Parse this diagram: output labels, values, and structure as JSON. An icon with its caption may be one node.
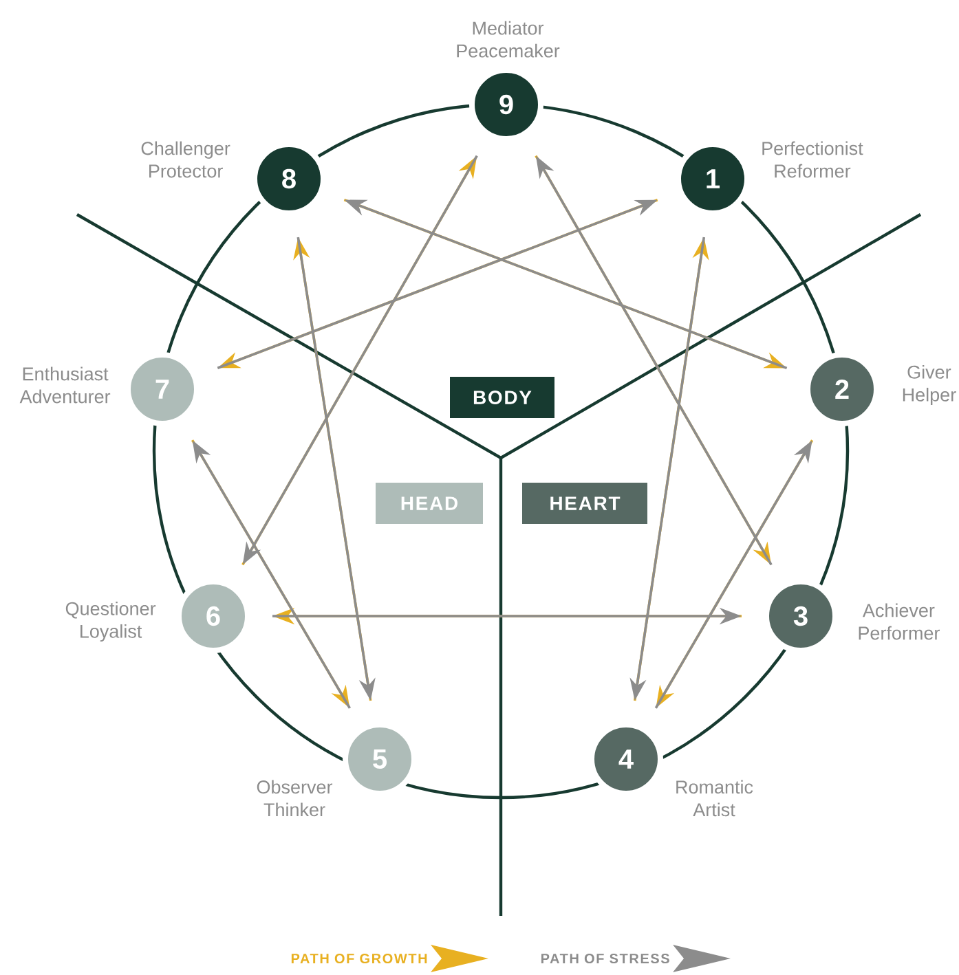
{
  "diagram": {
    "nodes": [
      {
        "text": [
          "9"
        ],
        "beside": [
          "Mediator Peacemaker"
        ]
      },
      {
        "text": [
          "8"
        ],
        "beside": [
          "Challenger Protector"
        ]
      },
      {
        "text": [
          "1"
        ],
        "beside": [
          "Perfectionist Reformer"
        ]
      },
      {
        "text": [
          "7"
        ],
        "beside": [
          "Enthusiast Adventurer"
        ]
      },
      {
        "text": [
          "2"
        ],
        "beside": [
          "Giver Helper"
        ]
      },
      {
        "text": [
          "BODY"
        ]
      },
      {
        "text": [
          "HEAD"
        ]
      },
      {
        "text": [
          "HEART"
        ]
      },
      {
        "text": [
          "6"
        ],
        "beside": [
          "Questioner Loyalist"
        ]
      },
      {
        "text": [
          "3"
        ],
        "beside": [
          "Achiever Performer"
        ]
      },
      {
        "text": [
          "5"
        ],
        "beside": [
          "Observer Thinker"
        ]
      },
      {
        "text": [
          "4"
        ],
        "beside": [
          "Romantic Artist"
        ]
      }
    ],
    "edges": [
      {
        "from": 2,
        "to": 3,
        "arrow": "to",
        "color": "#e8b021"
      },
      {
        "from": 3,
        "to": 10,
        "arrow": "to",
        "color": "#e8b021"
      },
      {
        "from": 10,
        "to": 1,
        "arrow": "to",
        "color": "#e8b021"
      },
      {
        "from": 1,
        "to": 4,
        "arrow": "to",
        "color": "#e8b021"
      },
      {
        "from": 4,
        "to": 11,
        "arrow": "to",
        "color": "#e8b021"
      },
      {
        "from": 11,
        "to": 2,
        "arrow": "to",
        "color": "#e8b021"
      },
      {
        "from": 0,
        "to": 9,
        "arrow": "to",
        "color": "#e8b021"
      },
      {
        "from": 9,
        "to": 8,
        "arrow": "to",
        "color": "#e8b021"
      },
      {
        "from": 8,
        "to": 0,
        "arrow": "to",
        "color": "#e8b021"
      },
      {
        "from": 2,
        "to": 11,
        "arrow": "to",
        "color": "#8c8c8c"
      },
      {
        "from": 11,
        "to": 4,
        "arrow": "to",
        "color": "#8c8c8c"
      },
      {
        "from": 4,
        "to": 1,
        "arrow": "to",
        "color": "#8c8c8c"
      },
      {
        "from": 1,
        "to": 10,
        "arrow": "to",
        "color": "#8c8c8c"
      },
      {
        "from": 10,
        "to": 3,
        "arrow": "to",
        "color": "#8c8c8c"
      },
      {
        "from": 3,
        "to": 2,
        "arrow": "to",
        "color": "#8c8c8c"
      },
      {
        "from": 0,
        "to": 8,
        "arrow": "to",
        "color": "#8c8c8c"
      },
      {
        "from": 8,
        "to": 9,
        "arrow": "to",
        "color": "#8c8c8c"
      },
      {
        "from": 9,
        "to": 0,
        "arrow": "to",
        "color": "#8c8c8c"
      }
    ],
    "legend": [
      {
        "text": "PATH OF GROWTH",
        "color": "#e8b021"
      },
      {
        "text": "PATH OF STRESS",
        "color": "#8c8c8c"
      }
    ]
  }
}
